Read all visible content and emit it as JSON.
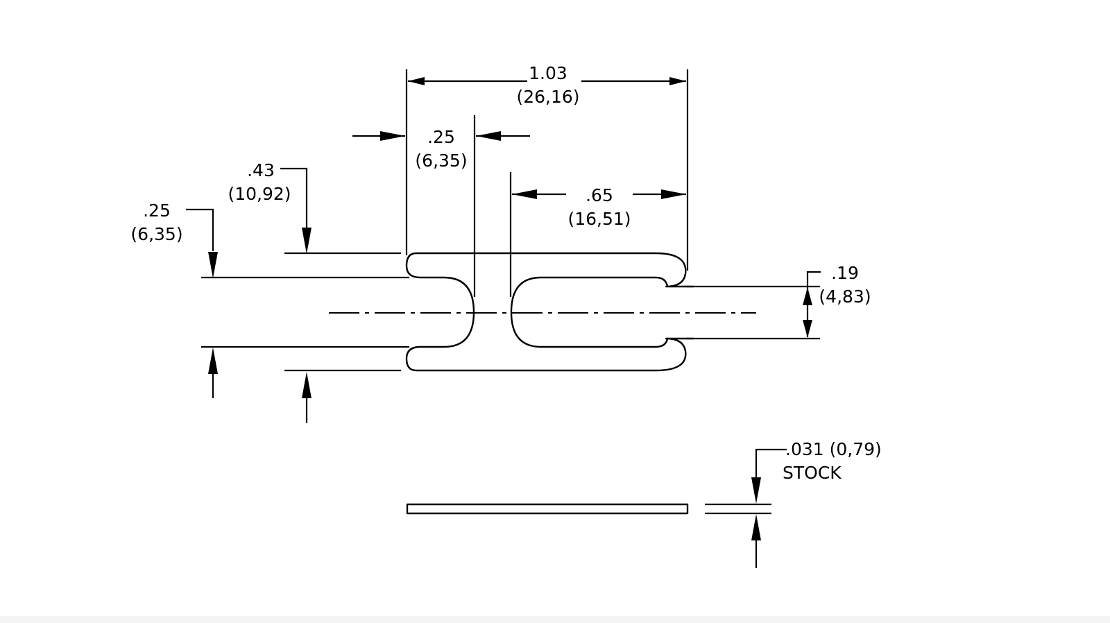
{
  "dimensions": {
    "overall_length": {
      "imperial": "1.03",
      "metric": "(26,16)"
    },
    "neck_width": {
      "imperial": ".25",
      "metric": "(6,35)"
    },
    "end_height": {
      "imperial": ".43",
      "metric": "(10,92)"
    },
    "left_arm_height": {
      "imperial": ".25",
      "metric": "(6,35)"
    },
    "slot_length": {
      "imperial": ".65",
      "metric": "(16,51)"
    },
    "right_arm_height": {
      "imperial": ".19",
      "metric": "(4,83)"
    },
    "thickness": {
      "value": ".031 (0,79)",
      "note": "STOCK"
    }
  }
}
